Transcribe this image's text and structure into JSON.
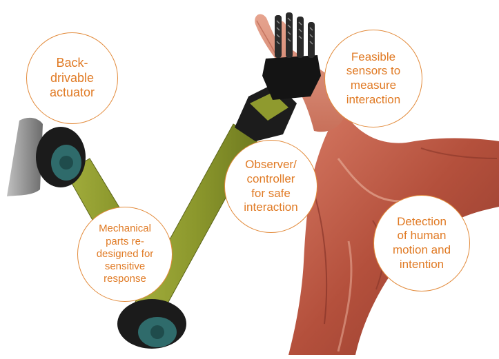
{
  "colors": {
    "accent": "#e07a24",
    "bubble_border": "#e28a3a",
    "arm_links": "#8d9a2e",
    "joints": "#1a1a1a",
    "joint_caps": "#2d6a6a",
    "skin_muscle": "#b5523d"
  },
  "bubbles": {
    "actuator": "Back-\ndrivable\nactuator",
    "sensors": "Feasible\nsensors to\nmeasure\ninteraction",
    "observer": "Observer/\ncontroller\nfor safe\ninteraction",
    "mechanical": "Mechanical\nparts re-\ndesigned for\nsensitive\nresponse",
    "detection": "Detection\nof human\nmotion and\nintention"
  },
  "icons": {
    "robot_arm": "robot-arm-illustration",
    "human_arm": "human-arm-muscle-illustration"
  }
}
